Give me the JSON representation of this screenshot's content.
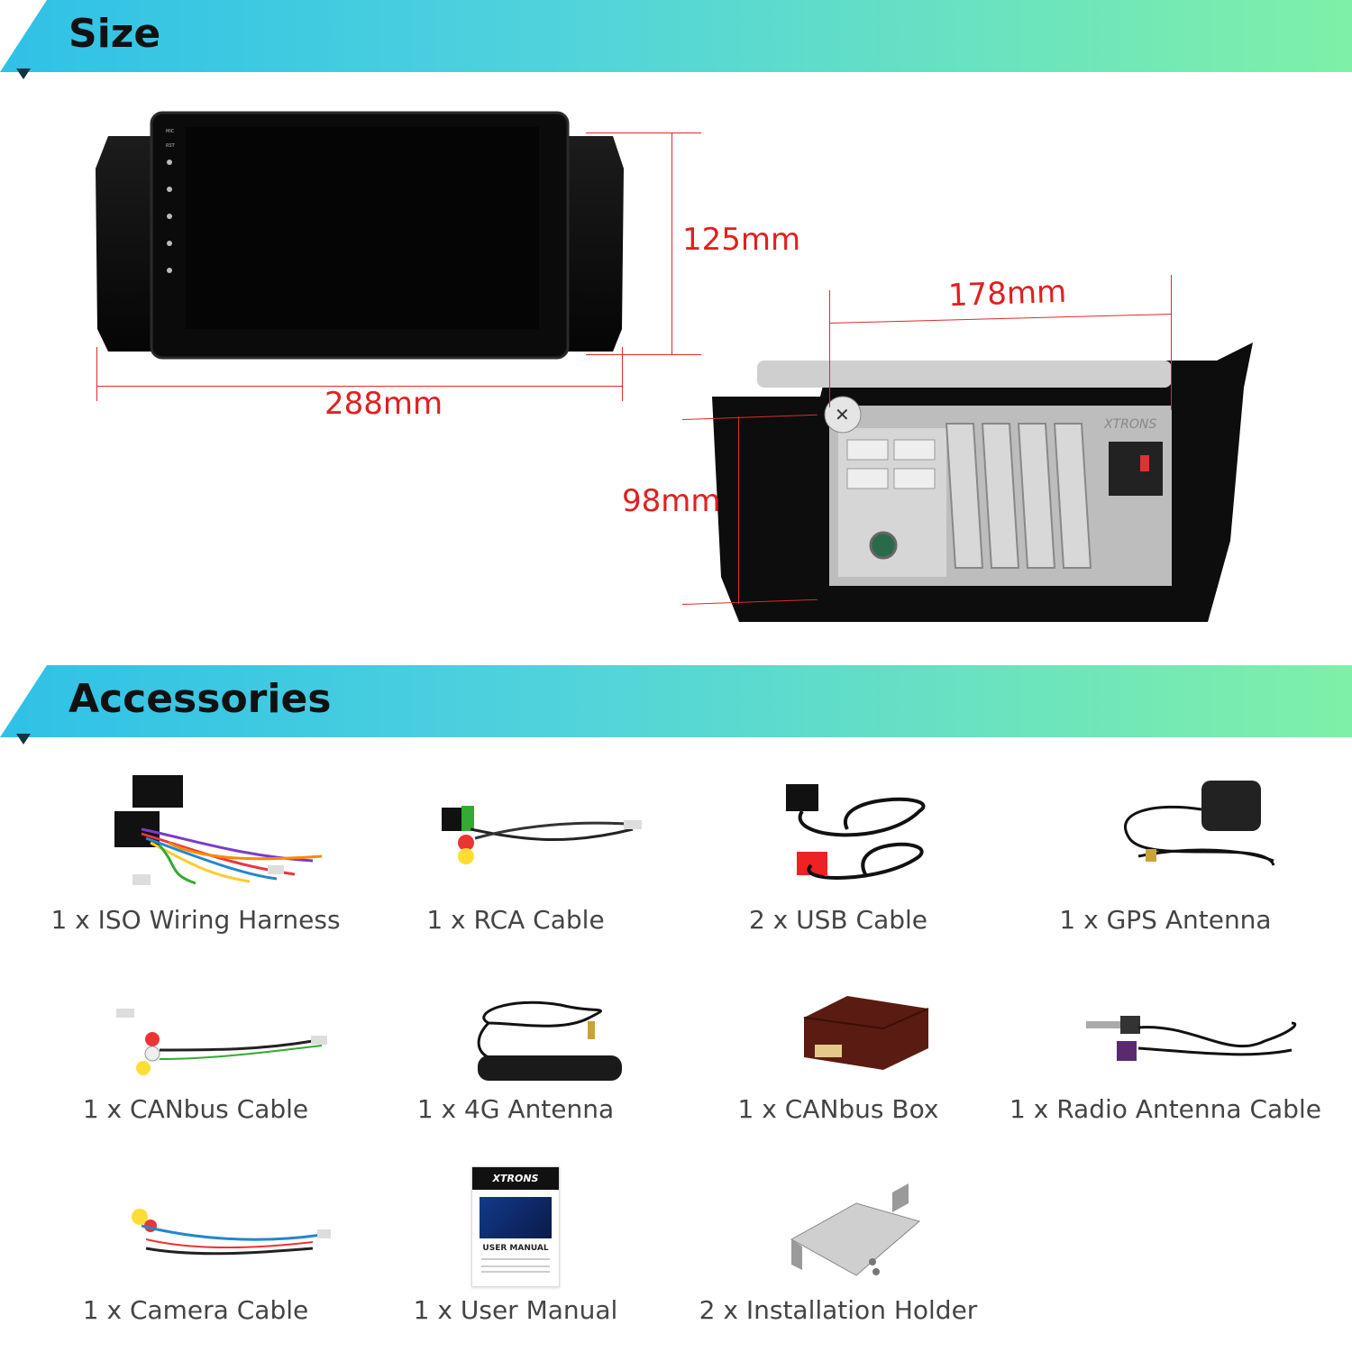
{
  "sections": {
    "size_title": "Size",
    "accessories_title": "Accessories"
  },
  "dimensions": {
    "height_front": "125mm",
    "width_front": "288mm",
    "width_rear": "178mm",
    "height_rear": "98mm"
  },
  "product": {
    "side_buttons": [
      "MIC",
      "RST"
    ],
    "brand_mark": "XTRONS"
  },
  "accessories": [
    {
      "label": "1 x ISO Wiring Harness",
      "icon": "wiring-harness-icon"
    },
    {
      "label": "1 x RCA Cable",
      "icon": "rca-cable-icon"
    },
    {
      "label": "2 x USB Cable",
      "icon": "usb-cable-icon"
    },
    {
      "label": "1 x GPS Antenna",
      "icon": "gps-antenna-icon"
    },
    {
      "label": "1 x CANbus Cable",
      "icon": "canbus-cable-icon"
    },
    {
      "label": "1 x 4G Antenna",
      "icon": "4g-antenna-icon"
    },
    {
      "label": "1 x CANbus Box",
      "icon": "canbus-box-icon"
    },
    {
      "label": "1 x Radio Antenna Cable",
      "icon": "radio-antenna-cable-icon"
    },
    {
      "label": "1 x Camera Cable",
      "icon": "camera-cable-icon"
    },
    {
      "label": "1 x User Manual",
      "icon": "user-manual-icon"
    },
    {
      "label": "2 x Installation Holder",
      "icon": "installation-holder-icon"
    }
  ],
  "manual": {
    "brand": "XTRONS",
    "title": "USER MANUAL"
  },
  "colors": {
    "banner_start": "#2fc1e6",
    "banner_end": "#7ff0a8",
    "dimension_red": "#e02020"
  }
}
